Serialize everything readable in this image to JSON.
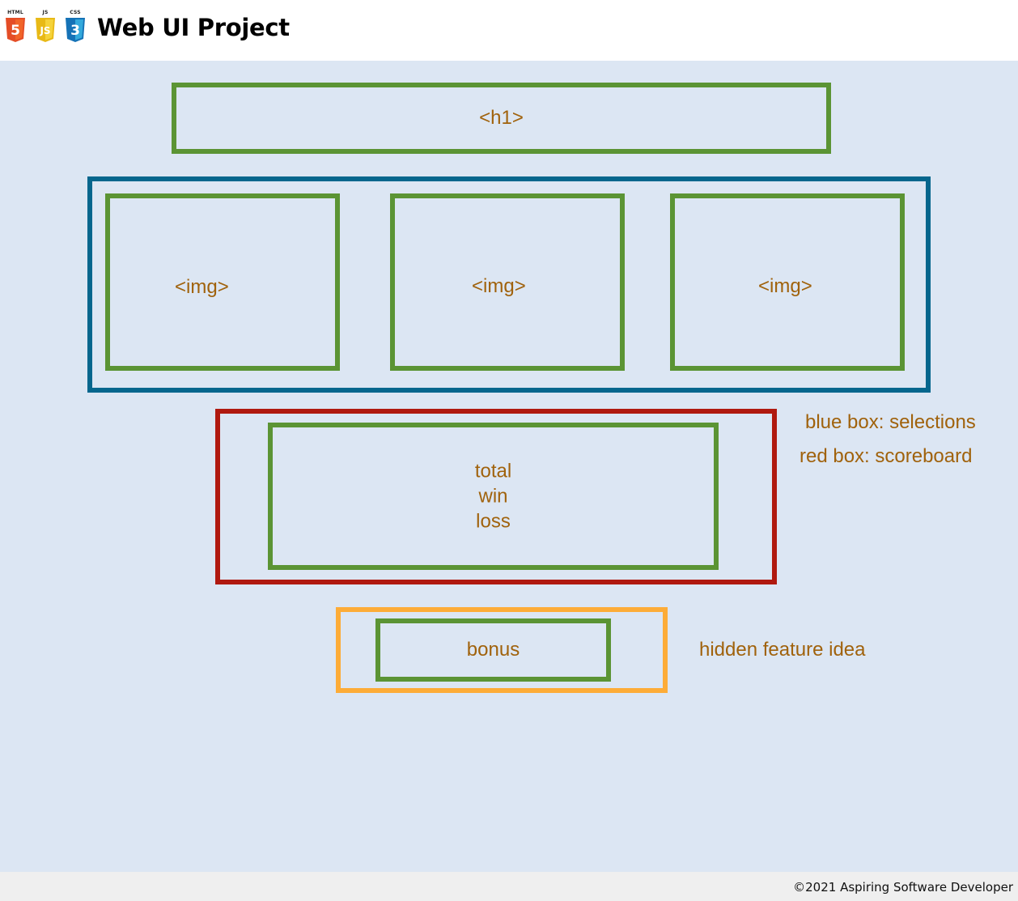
{
  "header": {
    "badges": [
      {
        "tag": "HTML",
        "glyph": "5",
        "color": "#e44d26",
        "icon": "html5-icon"
      },
      {
        "tag": "JS",
        "glyph": "JS",
        "color": "#f0c419",
        "icon": "javascript-icon"
      },
      {
        "tag": "CSS",
        "glyph": "3",
        "color": "#1572b6",
        "icon": "css3-icon"
      }
    ],
    "title": "Web UI Project"
  },
  "diagram": {
    "h1_label": "<h1>",
    "img_labels": [
      "<img>",
      "<img>",
      "<img>"
    ],
    "scoreboard_lines": [
      "total",
      "win",
      "loss"
    ],
    "bonus_label": "bonus",
    "legend_selections": "blue box: selections",
    "legend_scoreboard": "red box: scoreboard",
    "hidden_note": "hidden feature idea",
    "colors": {
      "background": "#dce6f3",
      "element_box": "#5b9434",
      "selections_box": "#05668d",
      "scoreboard_box": "#b0190f",
      "bonus_box": "#fdac37",
      "label_text": "#a0620c"
    }
  },
  "footer": {
    "copyright": "©2021 Aspiring Software Developer"
  }
}
